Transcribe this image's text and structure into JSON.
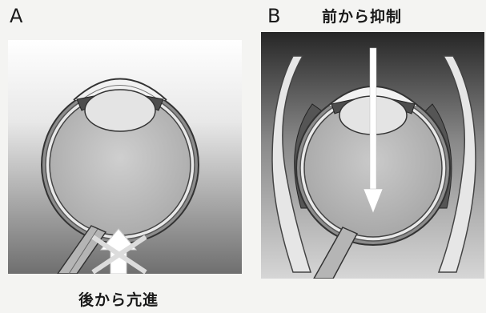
{
  "panels": [
    {
      "letter": "A",
      "caption": "後から亢進"
    },
    {
      "letter": "B",
      "caption": "前から抑制"
    }
  ],
  "colors": {
    "panel_a_top": "#ffffff",
    "panel_a_bottom": "#7a7a7a",
    "panel_b_top": "#2a2a2a",
    "panel_b_bottom": "#d8d8d8",
    "eye_fill": "#bdbdbd",
    "arrow": "#ffffff"
  },
  "icons": {
    "panel_a_arrow": "up-arrow-icon",
    "panel_a_cross": "cross-mark-icon",
    "panel_b_arrow": "down-arrow-icon"
  }
}
